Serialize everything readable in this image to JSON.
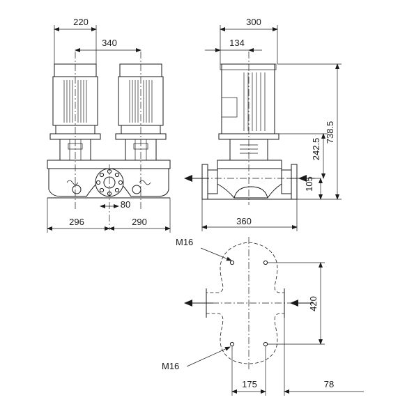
{
  "dimensions": {
    "motor_width": "220",
    "pump_spacing": "340",
    "side_width": "300",
    "axis_offset": "134",
    "total_height": "738.5",
    "mid_height": "242.5",
    "inlet_height": "105",
    "foot_offset": "80",
    "left_length": "296",
    "right_length": "290",
    "flange_length": "360",
    "bolt_spacing_vertical": "420",
    "bolt_spacing_horizontal": "175",
    "edge_offset": "78"
  },
  "labels": {
    "thread_top": "M16",
    "thread_bottom": "M16"
  },
  "icons": [
    "flow-arrow-icon",
    "dimension-arrow-icon"
  ]
}
